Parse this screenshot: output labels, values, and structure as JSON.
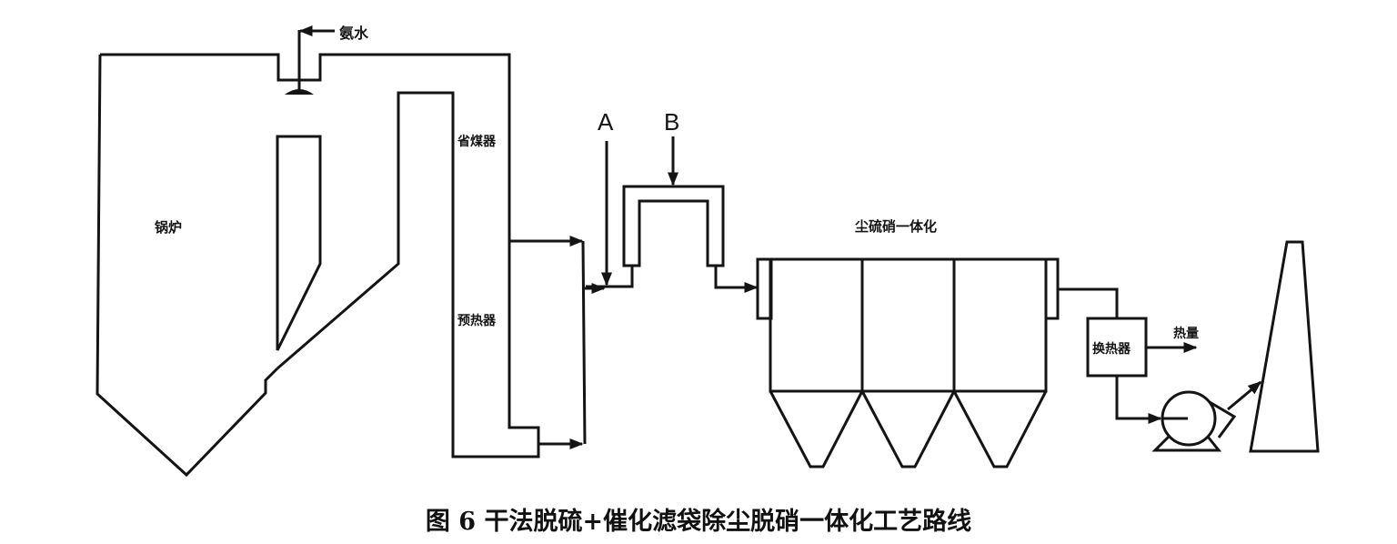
{
  "diagram": {
    "caption": "图 6  干法脱硫+催化滤袋除尘脱硝一体化工艺路线",
    "labels": {
      "ammonia_water": "氨水",
      "boiler": "锅炉",
      "economizer": "省煤器",
      "preheater": "预热器",
      "injection_a": "A",
      "injection_b": "B",
      "integrated_unit": "尘硫硝一体化",
      "heat_exchanger": "换热器",
      "heat_output": "热量"
    },
    "colors": {
      "line": "#141414",
      "background": "#ffffff"
    }
  }
}
